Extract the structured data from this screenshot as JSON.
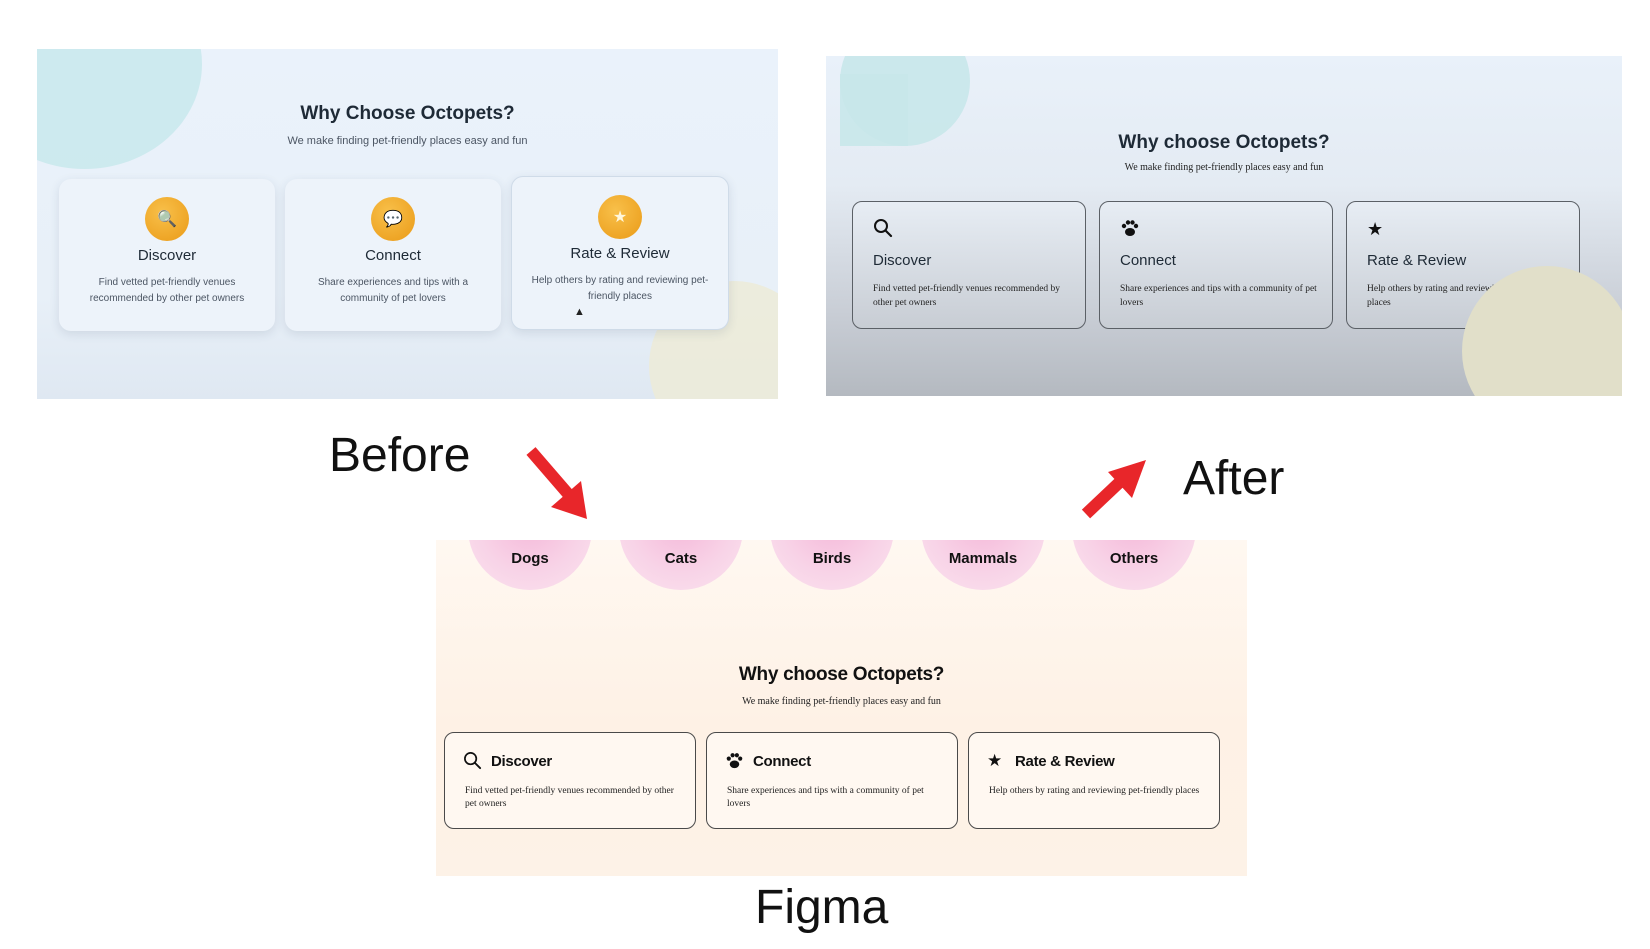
{
  "labels": {
    "before": "Before",
    "after": "After",
    "figma": "Figma"
  },
  "colors": {
    "arrow": "#e8262a",
    "before_icon_circle": "#f0a51e",
    "figma_pet_circle": "#f6c4df",
    "card_border": "#4a4a4a"
  },
  "before": {
    "title": "Why Choose Octopets?",
    "subtitle": "We make finding pet-friendly places easy and fun",
    "cards": [
      {
        "icon": "magnifier-icon",
        "title": "Discover",
        "desc": "Find vetted pet-friendly venues recommended by other pet owners"
      },
      {
        "icon": "speech-bubble-icon",
        "title": "Connect",
        "desc": "Share experiences and tips with a community of pet lovers"
      },
      {
        "icon": "star-icon",
        "title": "Rate & Review",
        "desc": "Help others by rating and reviewing pet-friendly places"
      }
    ]
  },
  "after": {
    "title": "Why choose Octopets?",
    "subtitle": "We make finding pet-friendly places easy and fun",
    "cards": [
      {
        "icon": "search-icon",
        "title": "Discover",
        "desc": "Find vetted pet-friendly venues recommended by other pet owners"
      },
      {
        "icon": "paw-icon",
        "title": "Connect",
        "desc": "Share experiences and tips with a community of pet lovers"
      },
      {
        "icon": "star-icon",
        "title": "Rate & Review",
        "desc": "Help others by rating and reviewing pet-friendly places"
      }
    ]
  },
  "figma": {
    "pets": [
      "Dogs",
      "Cats",
      "Birds",
      "Mammals",
      "Others"
    ],
    "title": "Why choose Octopets?",
    "subtitle": "We make finding pet-friendly places easy and fun",
    "cards": [
      {
        "icon": "search-icon",
        "title": "Discover",
        "desc": "Find vetted pet-friendly venues recommended by other pet owners"
      },
      {
        "icon": "paw-icon",
        "title": "Connect",
        "desc": "Share experiences and tips with a community of pet lovers"
      },
      {
        "icon": "star-icon",
        "title": "Rate & Review",
        "desc": "Help others by rating and reviewing pet-friendly places"
      }
    ]
  }
}
